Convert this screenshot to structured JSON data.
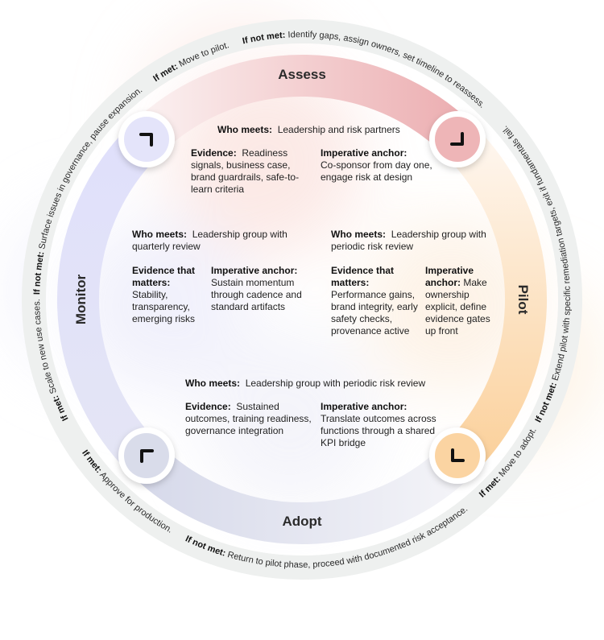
{
  "phases": {
    "assess": {
      "label": "Assess",
      "who_label": "Who meets:",
      "who": "Leadership and risk partners",
      "evidence_label": "Evidence:",
      "evidence": "Readiness signals, business case, brand guardrails, safe-to-learn criteria",
      "anchor_label": "Imperative anchor:",
      "anchor": "Co-sponsor from day one, engage risk at design"
    },
    "pilot": {
      "label": "Pilot",
      "who_label": "Who meets:",
      "who": "Leadership group with periodic risk review",
      "evidence_label": "Evidence that matters:",
      "evidence": "Performance gains, brand integrity, early safety checks, provenance active",
      "anchor_label": "Imperative anchor:",
      "anchor": "Make ownership explicit, define evidence gates up front"
    },
    "adopt": {
      "label": "Adopt",
      "who_label": "Who meets:",
      "who": "Leadership group with periodic risk review",
      "evidence_label": "Evidence:",
      "evidence": "Sustained outcomes, training readiness, governance integration",
      "anchor_label": "Imperative anchor:",
      "anchor": "Translate outcomes across functions through a shared KPI bridge"
    },
    "monitor": {
      "label": "Monitor",
      "who_label": "Who meets:",
      "who": "Leadership group with quarterly review",
      "evidence_label": "Evidence that matters:",
      "evidence": "Stability, transparency, emerging risks",
      "anchor_label": "Imperative anchor:",
      "anchor": "Sustain momentum through cadence and standard artifacts"
    }
  },
  "transitions": {
    "assess_met": {
      "label": "If met:",
      "text": " Move to pilot."
    },
    "assess_not_met": {
      "label": "If not met:",
      "text": " Identify gaps, assign owners, set timeline to reassess."
    },
    "pilot_met": {
      "label": "If met:",
      "text": " Move to adopt."
    },
    "pilot_not_met": {
      "label": "If not met:",
      "text": " Extend pilot with specific remediation targets, exit if fundamentals fail."
    },
    "adopt_met": {
      "label": "If met:",
      "text": " Approve for production."
    },
    "adopt_not_met": {
      "label": "If not met:",
      "text": " Return to pilot phase,  proceed with documented risk acceptance."
    },
    "monitor_met": {
      "label": "If met:",
      "text": " Scale to new use cases."
    },
    "monitor_not_met": {
      "label": "If not met:",
      "text": " Surface issues in governance, pause expansion."
    }
  },
  "icons": [
    "corner-top-right-icon",
    "corner-bottom-right-icon",
    "corner-bottom-left-icon",
    "corner-top-left-icon"
  ],
  "colors": {
    "assess": "#eeb3b5",
    "pilot": "#fbd3a0",
    "adopt": "#d8dbeb",
    "monitor": "#e2e2fb",
    "ring": "#eef0ef"
  }
}
